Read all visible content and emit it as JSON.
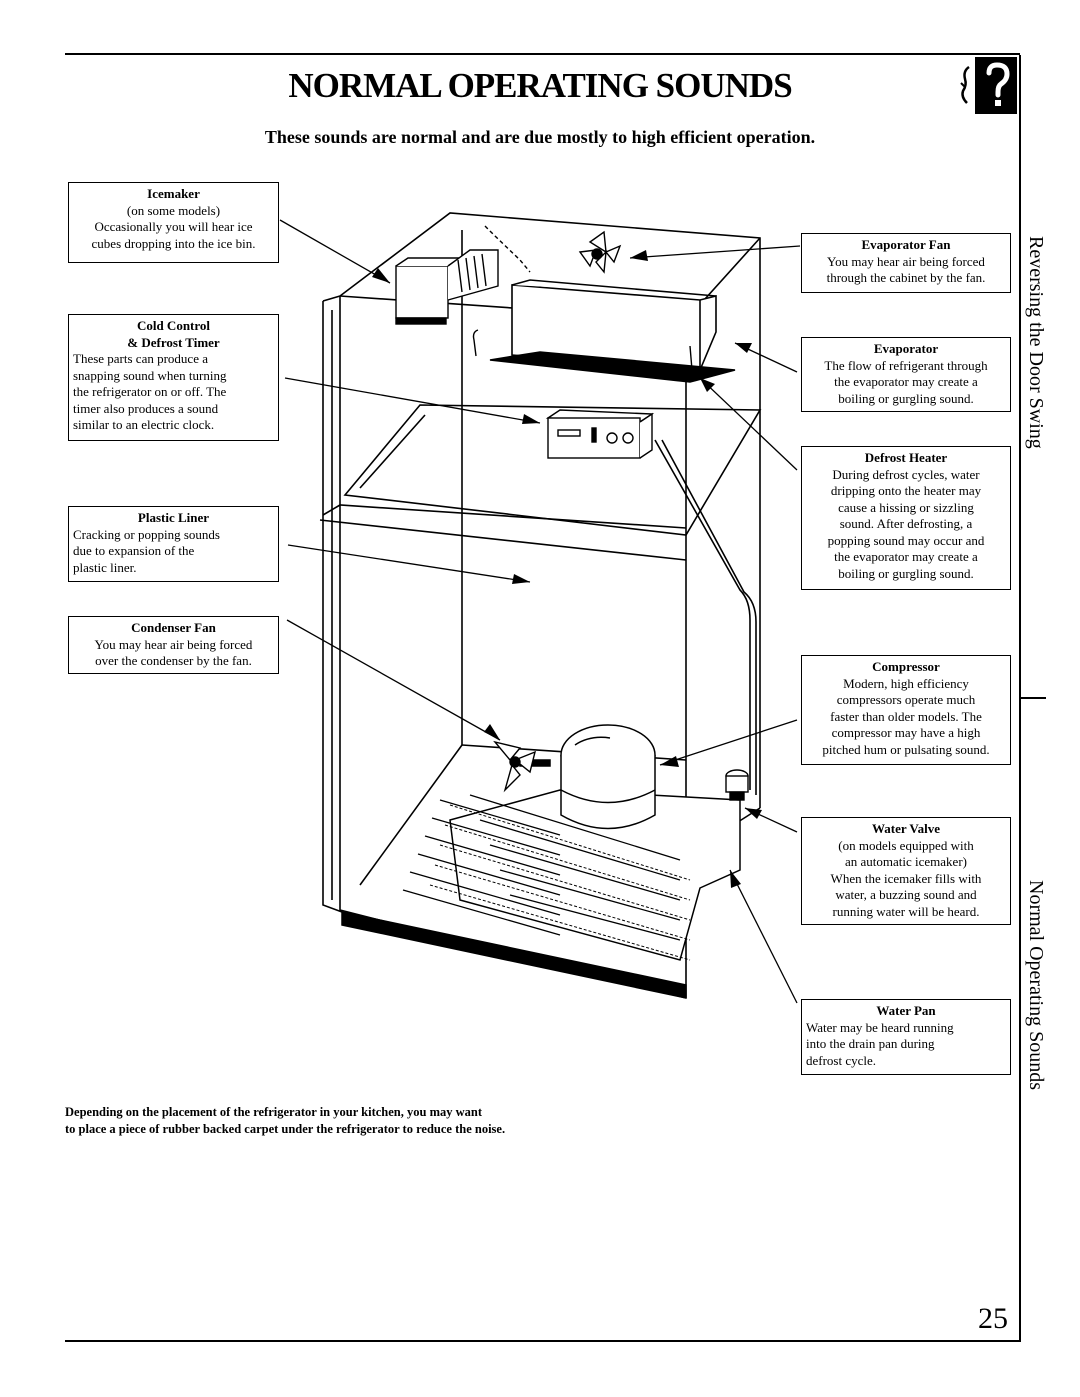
{
  "page": {
    "title": "Normal Operating Sounds",
    "subtitle": "These sounds are normal and are due mostly to high efficient operation.",
    "page_number": "25",
    "side_tab_top": "Reversing the Door Swing",
    "side_tab_bottom": "Normal Operating Sounds",
    "footnote_line1": "Depending on the placement of the refrigerator in your kitchen, you may want",
    "footnote_line2": "to place a piece of rubber backed carpet under the refrigerator to reduce the noise."
  },
  "callouts": {
    "icemaker": {
      "heading": "Icemaker",
      "text": [
        "(on some models)",
        "Occasionally you will hear ice",
        "cubes dropping into the ice bin."
      ]
    },
    "cold_control": {
      "heading": [
        "Cold Control",
        "& Defrost Timer"
      ],
      "text": [
        "These parts can produce a",
        "snapping sound when turning",
        "the refrigerator on or off. The",
        "timer also produces a sound",
        "similar to an electric clock."
      ]
    },
    "plastic_liner": {
      "heading": "Plastic Liner",
      "text": [
        "Cracking or popping sounds",
        "due to expansion of the",
        "plastic liner."
      ]
    },
    "condenser_fan": {
      "heading": "Condenser Fan",
      "text": [
        "You may hear air being forced",
        "over the condenser by the fan."
      ]
    },
    "evaporator_fan": {
      "heading": "Evaporator Fan",
      "text": [
        "You may hear air being forced",
        "through the cabinet by the fan."
      ]
    },
    "evaporator": {
      "heading": "Evaporator",
      "text": [
        "The flow of refrigerant through",
        "the evaporator may create a",
        "boiling or gurgling sound."
      ]
    },
    "defrost_heater": {
      "heading": "Defrost Heater",
      "text": [
        "During defrost cycles, water",
        "dripping onto the heater may",
        "cause a hissing or sizzling",
        "sound. After defrosting, a",
        "popping sound may occur and",
        "the evaporator may create a",
        "boiling or gurgling sound."
      ]
    },
    "compressor": {
      "heading": "Compressor",
      "text": [
        "Modern, high efficiency",
        "compressors operate much",
        "faster than older models. The",
        "compressor may have a high",
        "pitched hum or pulsating sound."
      ]
    },
    "water_valve": {
      "heading": "Water Valve",
      "text": [
        "(on models equipped with",
        "an automatic icemaker)",
        "When the icemaker fills with",
        "water, a buzzing sound and",
        "running water will be heard."
      ]
    },
    "water_pan": {
      "heading": "Water Pan",
      "text": [
        "Water may be heard running",
        "into the drain pan during",
        "defrost cycle."
      ]
    }
  },
  "icons": {
    "logo": "question-mark-sound-icon"
  }
}
